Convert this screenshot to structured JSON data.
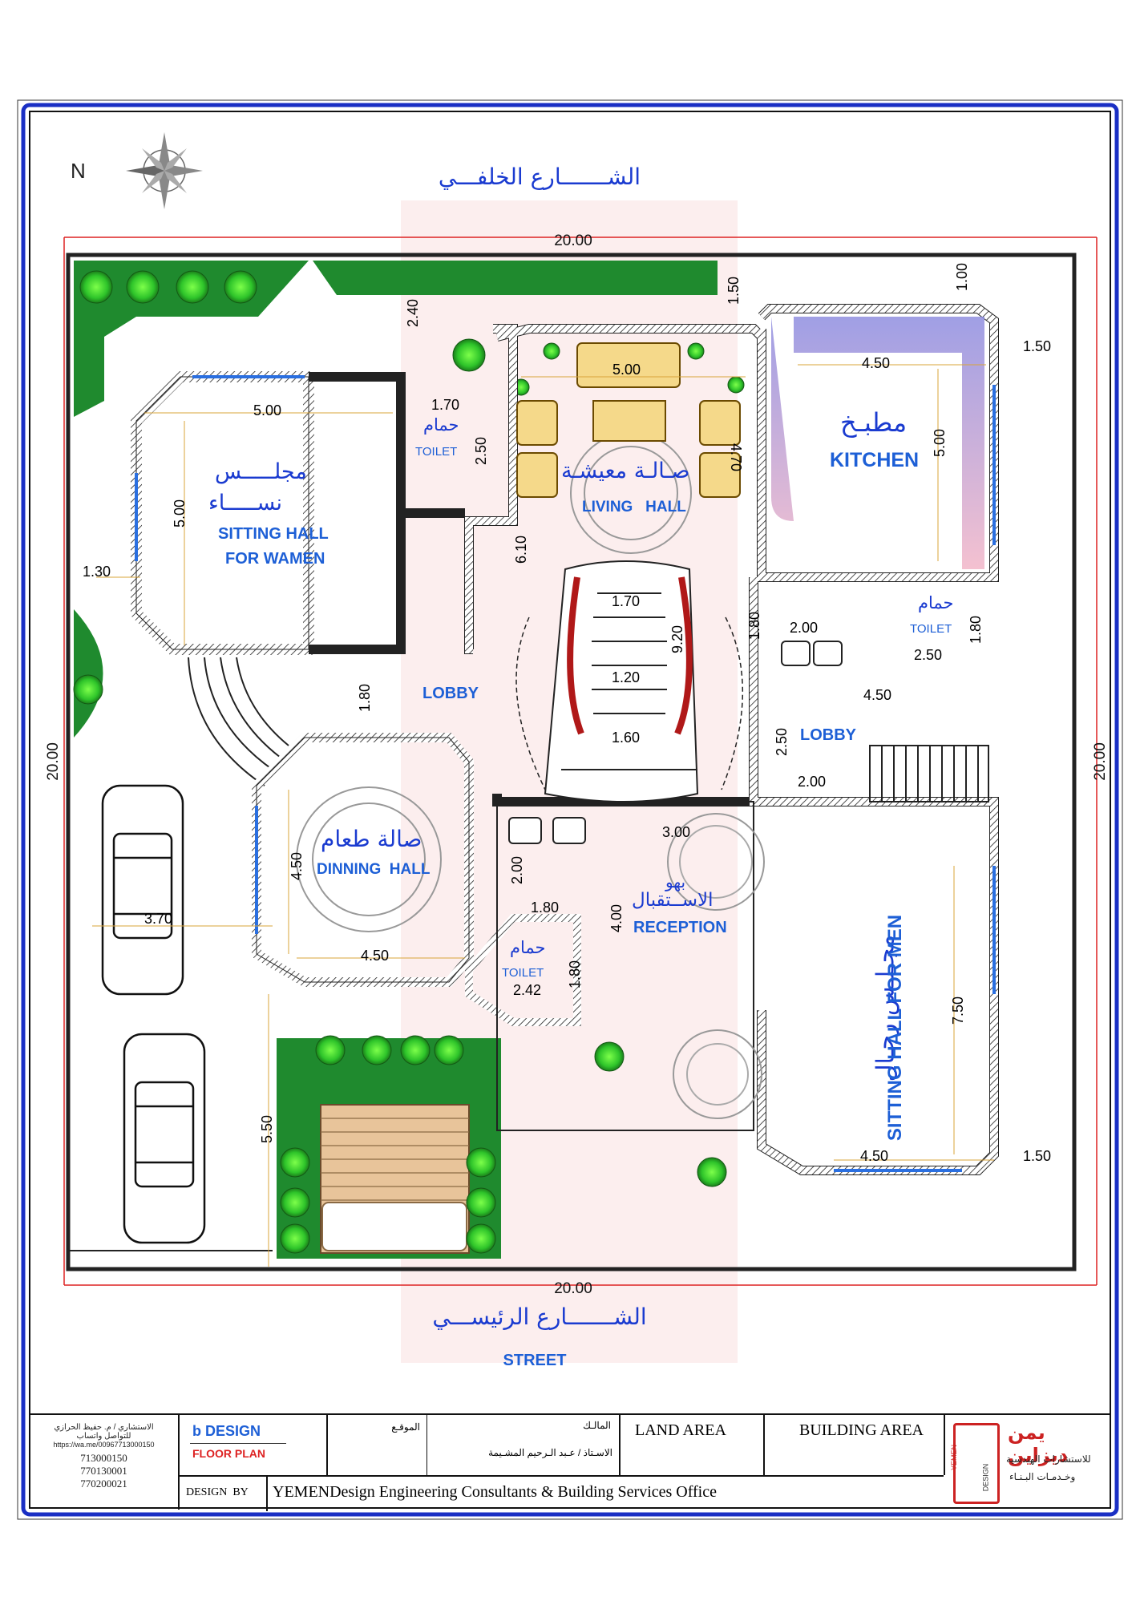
{
  "streets": {
    "back_street_ar": "الشـــــــارع الخلفـــي",
    "main_street_ar": "الشـــــــارع الرئيســـي",
    "street_en": "STREET"
  },
  "compass": {
    "north_letter": "N"
  },
  "overall_dimensions": {
    "top": "20.00",
    "bottom": "20.00",
    "left": "20.00",
    "right": "20.00"
  },
  "rooms": {
    "women_sitting": {
      "ar_line1": "مجلـــــس",
      "ar_line2": "نســـــاء",
      "en_line1": "SITTING HALL",
      "en_line2": "FOR WAMEN"
    },
    "toilet_top": {
      "ar": "حمام",
      "en": "TOILET"
    },
    "living": {
      "ar": "صـالـة معيشـة",
      "en": "LIVING   HALL"
    },
    "kitchen": {
      "ar": "مطبـخ",
      "en": "KITCHEN"
    },
    "toilet_kitchen": {
      "ar": "حمام",
      "en": "TOILET"
    },
    "lobby_left": {
      "en": "LOBBY"
    },
    "lobby_right": {
      "en": "LOBBY"
    },
    "dining": {
      "ar": "صالة طعام",
      "en": "DINNING  HALL"
    },
    "reception": {
      "ar_line1": "بهو",
      "ar_line2": "الاســتقبال",
      "en": "RECEPTION"
    },
    "toilet_bottom": {
      "ar": "حمام",
      "en": "TOILET"
    },
    "men_sitting": {
      "ar": "مجـلـس رجـال",
      "en": "SITTING HALL FOR MEN"
    }
  },
  "dimensions": {
    "d_240": "2.40",
    "d_150_top": "1.50",
    "d_100": "1.00",
    "d_150_right": "1.50",
    "d_500_living": "5.00",
    "d_450_kitchen": "4.50",
    "d_500_kitchen": "5.00",
    "d_170_toilet": "1.70",
    "d_250_toilet": "2.50",
    "d_500_women_w": "5.00",
    "d_500_women_h": "5.00",
    "d_470": "4.70",
    "d_610": "6.10",
    "d_130": "1.30",
    "d_170_stair": "1.70",
    "d_920": "9.20",
    "d_120": "1.20",
    "d_160": "1.60",
    "d_180_lobby": "1.80",
    "d_180_vert": "1.80",
    "d_200_kt": "2.00",
    "d_250_kt": "2.50",
    "d_180_kt": "1.80",
    "d_450_lobby": "4.50",
    "d_250_lobby": "2.50",
    "d_200_lobby": "2.00",
    "d_300": "3.00",
    "d_200_wc": "2.00",
    "d_450_dining_v": "4.50",
    "d_450_dining_h": "4.50",
    "d_370": "3.70",
    "d_180_wc": "1.80",
    "d_400": "4.00",
    "d_242": "2.42",
    "d_180_wc2": "1.80",
    "d_750": "7.50",
    "d_450_men": "4.50",
    "d_150_men": "1.50",
    "d_550": "5.50"
  },
  "title_block": {
    "consultant": "الاستشاري / م. حفيظ الحرازي",
    "contact": "للتواصل واتساب",
    "link": "https://wa.me/00967713000150",
    "phones": [
      "713000150",
      "770130001",
      "770200021"
    ],
    "design_label": "b DESIGN",
    "floor_plan": "FLOOR PLAN",
    "location_label": "الموقـع",
    "owner_label": "المالـك",
    "owner_name": "الاسـتاذ / عـبد الـرحيم المشـيمة",
    "land_area": "LAND AREA",
    "building_area": "BUILDING AREA",
    "design_by": "DESIGN  BY",
    "office": "YEMENDesign Engineering Consultants & Building Services Office",
    "logo_ar": "يمن ديزاين",
    "logo_sub1": "للاستشارات الهندسية",
    "logo_sub2": "وخـدمـات البـنـاء",
    "logo_side1": "YEMEN",
    "logo_side2": "DESIGN"
  },
  "colors": {
    "frame": "#1a2fc4",
    "wall": "#222222",
    "garden": "#1f8a2e",
    "label": "#1d5fd6",
    "arabic": "#1a3bd0",
    "kitchen": "#9b8fd6"
  }
}
